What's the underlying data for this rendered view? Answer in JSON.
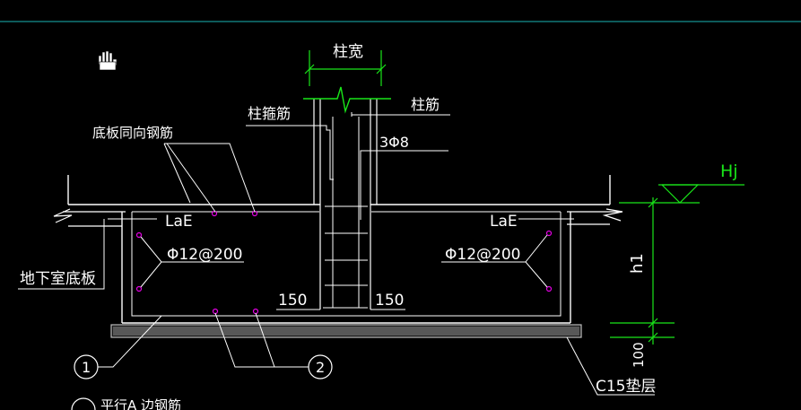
{
  "colors": {
    "background": "#000000",
    "line": "#ffffff",
    "dimension": "#19e619",
    "marker": "#e600e6",
    "top_rule": "#1ab5b5",
    "concrete": "#bdbdbd"
  },
  "labels": {
    "column_width": "柱宽",
    "stirrup": "柱箍筋",
    "column_bar": "柱筋",
    "stirrup_count": "3Φ8",
    "slab_bar": "底板同向钢筋",
    "lae_left": "LaE",
    "lae_right": "LaE",
    "bar_left": "Φ12@200",
    "bar_right": "Φ12@200",
    "basement_slab": "地下室底板",
    "dim_150_left": "150",
    "dim_150_right": "150",
    "hj": "Hj",
    "h1": "h1",
    "cushion_thickness": "100",
    "cushion": "C15垫层",
    "callout_1": "1",
    "callout_2": "2",
    "bottom_note": "平行A 边钢筋"
  },
  "icons": {
    "pan_tool": "hand-pan-icon"
  }
}
